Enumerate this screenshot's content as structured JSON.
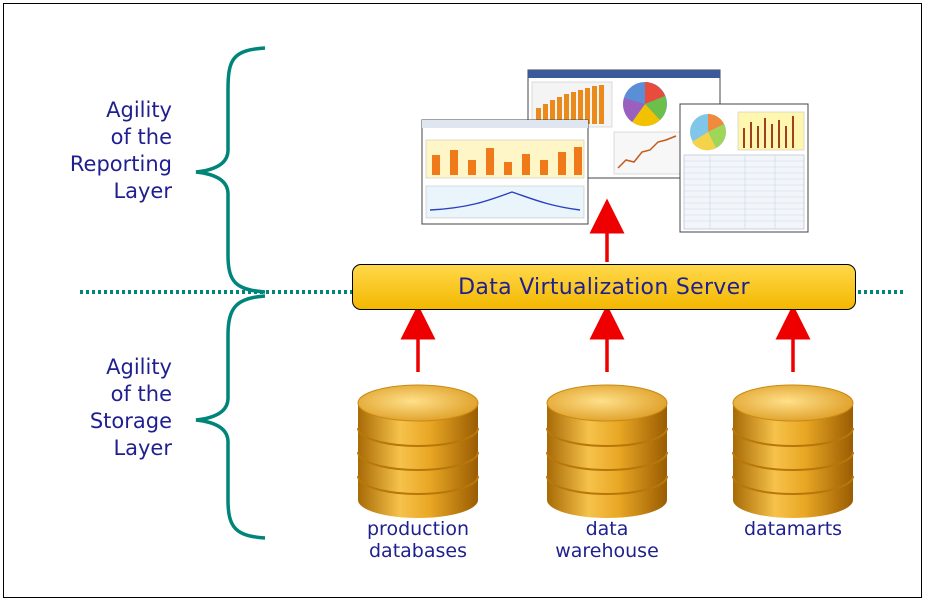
{
  "layers": {
    "reporting_label": [
      "Agility",
      "of the",
      "Reporting",
      "Layer"
    ],
    "storage_label": [
      "Agility",
      "of the",
      "Storage",
      "Layer"
    ]
  },
  "server": {
    "label": "Data Virtualization Server"
  },
  "sources": [
    {
      "line1": "production",
      "line2": "databases"
    },
    {
      "line1": "data",
      "line2": "warehouse"
    },
    {
      "line1": "datamarts",
      "line2": ""
    }
  ],
  "colors": {
    "text": "#1f1f8f",
    "brace": "#00857a",
    "arrow": "#ee0000",
    "server_fill": "#f7c600"
  }
}
